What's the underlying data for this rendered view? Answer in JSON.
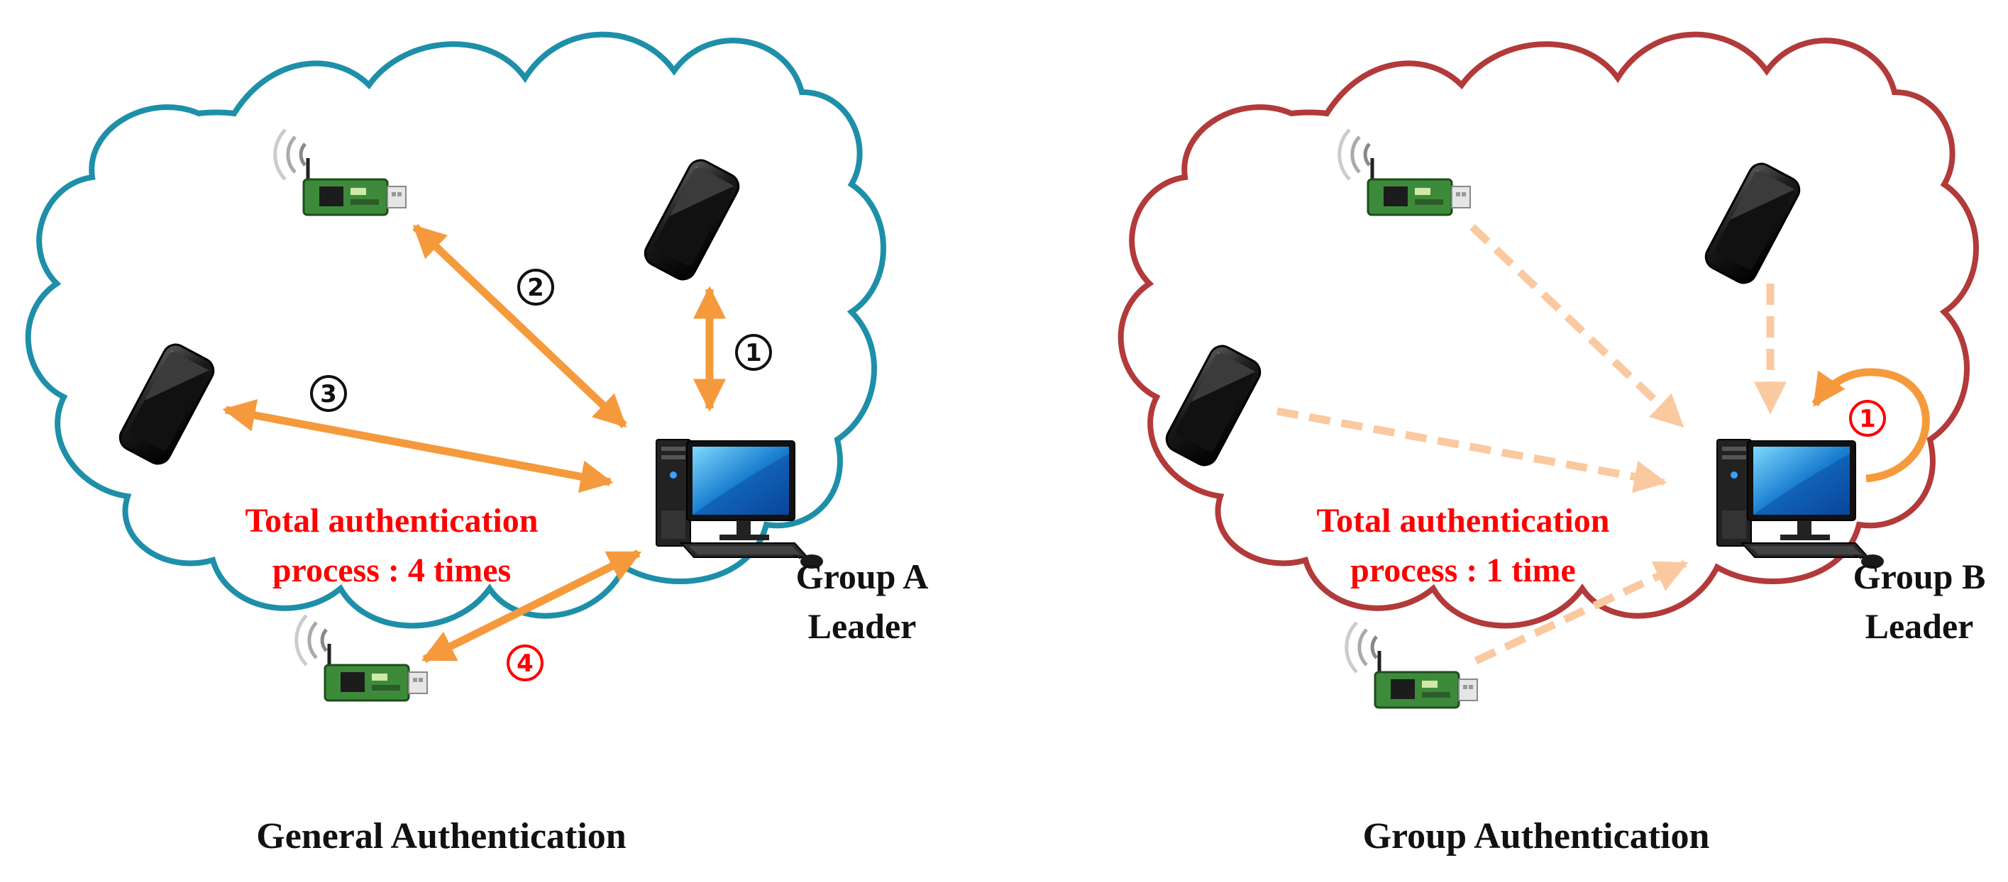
{
  "panels": {
    "left": {
      "caption": "General Authentication",
      "total_line1": "Total authentication",
      "total_line2": "process : 4 times",
      "leader_line1": "Group A",
      "leader_line2": "Leader",
      "cloud_color": "#1e8fa8",
      "steps": [
        {
          "label": "1",
          "color": "#111111"
        },
        {
          "label": "2",
          "color": "#111111"
        },
        {
          "label": "3",
          "color": "#111111"
        },
        {
          "label": "4",
          "color": "#ff0000"
        }
      ]
    },
    "right": {
      "caption": "Group Authentication",
      "total_line1": "Total authentication",
      "total_line2": "process : 1 time",
      "leader_line1": "Group B",
      "leader_line2": "Leader",
      "cloud_color": "#b23a3a",
      "steps": [
        {
          "label": "1",
          "color": "#ff0000"
        }
      ]
    }
  },
  "colors": {
    "arrow": "#f59a3c",
    "arrow_faded": "#fbc9a0",
    "total_text": "#ff0000"
  },
  "icons": {
    "device": "iot-sensor-board-icon",
    "phone": "smartphone-icon",
    "leader": "desktop-computer-icon"
  }
}
